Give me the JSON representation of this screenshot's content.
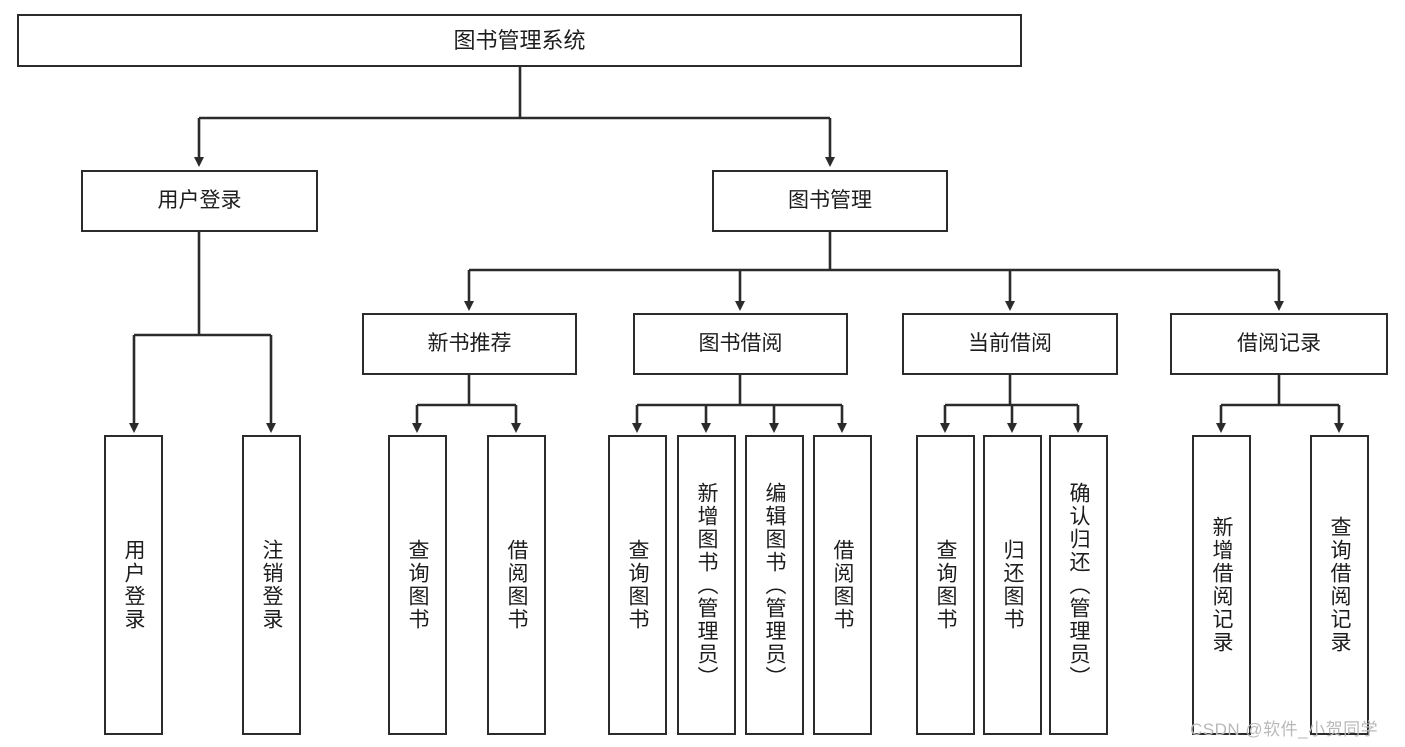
{
  "diagram": {
    "title": "图书管理系统",
    "type": "tree-hierarchy",
    "watermark": "CSDN @软件_小贺同学",
    "colors": {
      "stroke": "#2b2b2b",
      "fill": "#ffffff",
      "text": "#1d1d1d",
      "watermark": "#b9b9b9"
    },
    "nodes": {
      "root": {
        "label": "图书管理系统"
      },
      "level1": [
        {
          "id": "user-login",
          "label": "用户登录"
        },
        {
          "id": "book-manage",
          "label": "图书管理"
        }
      ],
      "level2": [
        {
          "id": "new-book-recommend",
          "label": "新书推荐"
        },
        {
          "id": "book-borrow",
          "label": "图书借阅"
        },
        {
          "id": "current-borrow",
          "label": "当前借阅"
        },
        {
          "id": "borrow-record",
          "label": "借阅记录"
        }
      ],
      "leaves": {
        "user-login": [
          {
            "id": "leaf-user-login",
            "label": "用户登录"
          },
          {
            "id": "leaf-logout-login",
            "label": "注销登录"
          }
        ],
        "new-book-recommend": [
          {
            "id": "leaf-query-book-1",
            "label": "查询图书"
          },
          {
            "id": "leaf-borrow-book-1",
            "label": "借阅图书"
          }
        ],
        "book-borrow": [
          {
            "id": "leaf-query-book-2",
            "label": "查询图书"
          },
          {
            "id": "leaf-add-book-admin",
            "label": "新增图书（管理员）"
          },
          {
            "id": "leaf-edit-book-admin",
            "label": "编辑图书（管理员）"
          },
          {
            "id": "leaf-borrow-book-2",
            "label": "借阅图书"
          }
        ],
        "current-borrow": [
          {
            "id": "leaf-query-book-3",
            "label": "查询图书"
          },
          {
            "id": "leaf-return-book",
            "label": "归还图书"
          },
          {
            "id": "leaf-confirm-return-admin",
            "label": "确认归还（管理员）"
          }
        ],
        "borrow-record": [
          {
            "id": "leaf-add-borrow-record",
            "label": "新增借阅记录"
          },
          {
            "id": "leaf-query-borrow-record",
            "label": "查询借阅记录"
          }
        ]
      }
    }
  }
}
